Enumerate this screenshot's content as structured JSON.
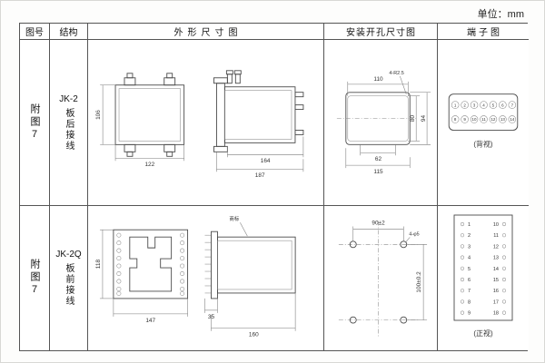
{
  "page": {
    "unit": "单位：mm"
  },
  "headers": {
    "fig": "图号",
    "structure": "结构",
    "outline": "外形尺寸图",
    "install": "安装开孔尺寸图",
    "terminal": "端子图"
  },
  "rows": [
    {
      "fig": "附图7",
      "model": "JK-2",
      "wiring": "板后接线",
      "outline": {
        "h": "106",
        "w": "122",
        "body": "164",
        "total": "187"
      },
      "install": {
        "w": "110",
        "corner": "4-R2.5",
        "h_in": "80",
        "h_out": "94",
        "w_in": "62",
        "w_out": "115"
      },
      "terminal": {
        "row1": [
          "1",
          "2",
          "3",
          "4",
          "5",
          "6",
          "7"
        ],
        "row2": [
          "8",
          "9",
          "10",
          "11",
          "12",
          "13",
          "14"
        ],
        "view": "(背视)"
      }
    },
    {
      "fig": "附图7",
      "model": "JK-2Q",
      "wiring": "板前接线",
      "outline": {
        "h": "118",
        "w": "147",
        "plate": "35",
        "total": "160",
        "mark": "商标"
      },
      "install": {
        "w": "90±2",
        "holes": "4-φ5",
        "h": "100±0.2"
      },
      "terminal": {
        "left": [
          "1",
          "2",
          "3",
          "4",
          "5",
          "6",
          "7",
          "8",
          "9"
        ],
        "right": [
          "10",
          "11",
          "12",
          "13",
          "14",
          "15",
          "16",
          "17",
          "18"
        ],
        "view": "(正视)"
      }
    }
  ]
}
